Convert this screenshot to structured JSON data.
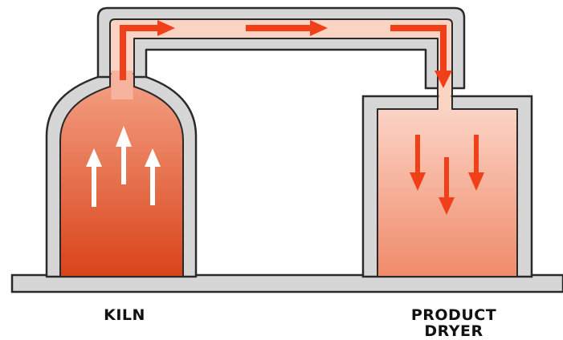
{
  "labels": {
    "kiln": "KILN",
    "dryer_line1": "PRODUCT",
    "dryer_line2": "DRYER"
  },
  "colors": {
    "wall_fill": "#d6d6d6",
    "wall_stroke": "#2a2a2a",
    "kiln_top": "#f4a286",
    "kiln_bottom": "#d9431a",
    "dryer_top": "#fbd3c3",
    "dryer_bottom": "#f08a6a",
    "duct": "#fbd3c3",
    "hot_arrow": "#f0401a",
    "rise_arrow": "#ffffff"
  },
  "icons": {
    "rising_heat": "up-arrow-icon",
    "flow": "flow-arrow-icon",
    "falling_heat": "down-arrow-icon"
  }
}
